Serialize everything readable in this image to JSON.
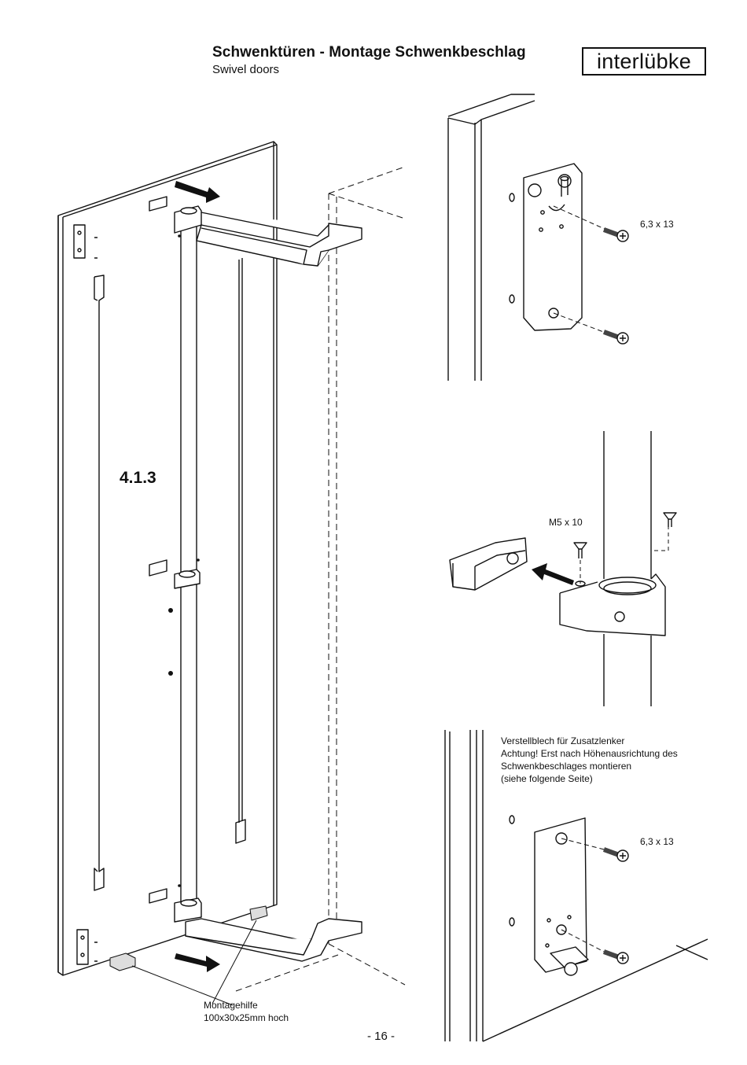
{
  "header": {
    "title": "Schwenktüren - Montage Schwenkbeschlag",
    "subtitle": "Swivel doors",
    "logo": "interlübke"
  },
  "main": {
    "step_number": "4.1.3",
    "assembly_aid_label": [
      "Montagehilfe",
      "100x30x25mm hoch"
    ]
  },
  "detail_top": {
    "screw_label": "6,3 x 13"
  },
  "detail_middle": {
    "screw_label": "M5 x 10"
  },
  "detail_bottom": {
    "note": [
      "Verstellblech für Zusatzlenker",
      "Achtung! Erst nach Höhenausrichtung des",
      "Schwenkbeschlages montieren",
      "(siehe folgende Seite)"
    ],
    "screw_label": "6,3 x 13"
  },
  "footer": {
    "page_number": "- 16 -"
  }
}
